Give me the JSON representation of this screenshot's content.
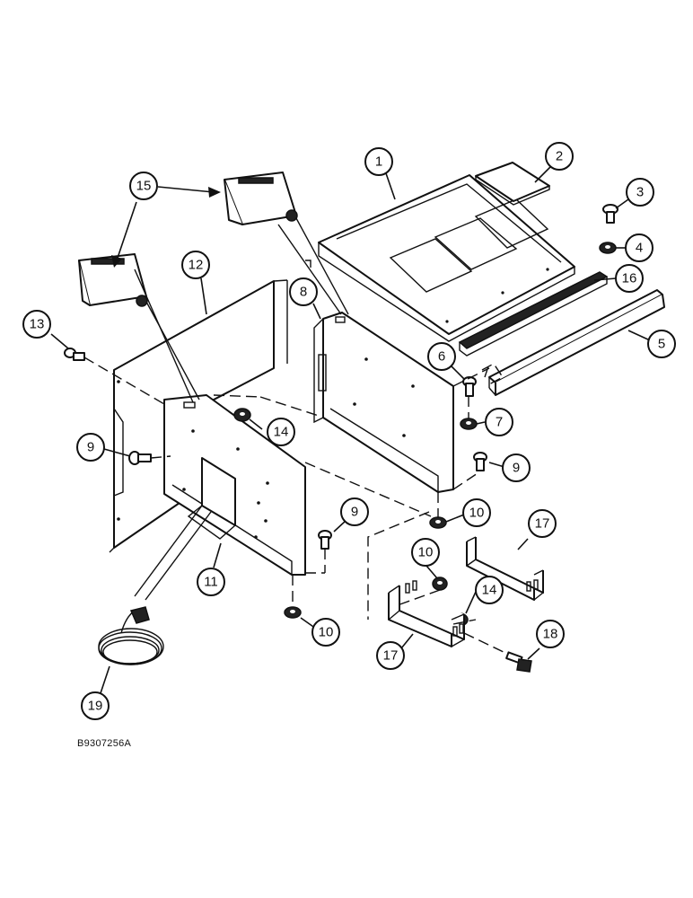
{
  "drawing_code": "B9307256A",
  "callouts": [
    "1",
    "2",
    "3",
    "4",
    "5",
    "6",
    "7",
    "8",
    "9",
    "9",
    "9",
    "10",
    "10",
    "10",
    "11",
    "12",
    "13",
    "14",
    "14",
    "15",
    "16",
    "17",
    "17",
    "18",
    "19"
  ]
}
